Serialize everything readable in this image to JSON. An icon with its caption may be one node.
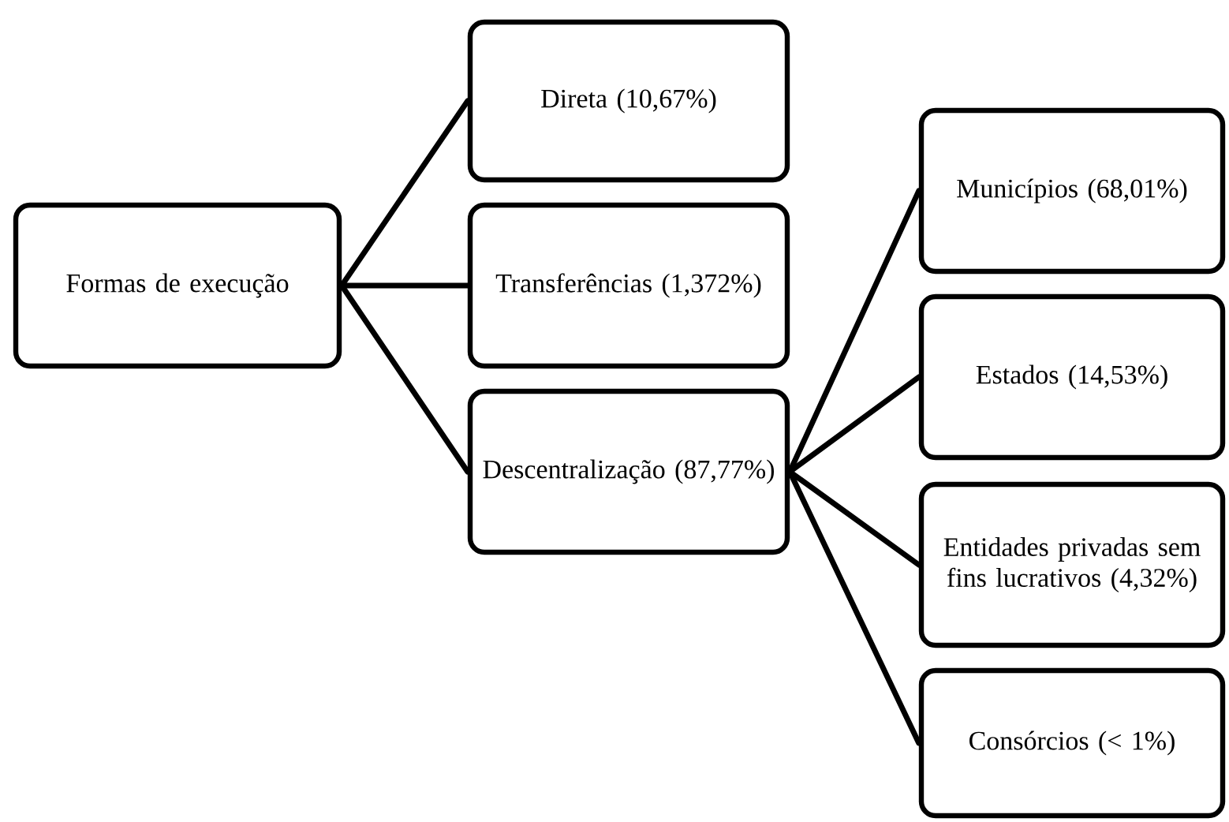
{
  "diagram": {
    "nodes": [
      {
        "text": [
          "Formas de execução"
        ]
      },
      {
        "text": [
          "Direta (10,67%)"
        ]
      },
      {
        "text": [
          "Transferências (1,372%)"
        ]
      },
      {
        "text": [
          "Descentralização (87,77%)"
        ]
      },
      {
        "text": [
          "Municípios (68,01%)"
        ]
      },
      {
        "text": [
          "Estados (14,53%)"
        ]
      },
      {
        "text": [
          "Entidades privadas sem fins lucrativos (4,32%)"
        ]
      },
      {
        "text": [
          "Consórcios (< 1%)"
        ]
      }
    ],
    "edges": [
      {
        "from": 0,
        "to": 1,
        "arrow": "none"
      },
      {
        "from": 0,
        "to": 2,
        "arrow": "none"
      },
      {
        "from": 0,
        "to": 3,
        "arrow": "none"
      },
      {
        "from": 3,
        "to": 4,
        "arrow": "none"
      },
      {
        "from": 3,
        "to": 5,
        "arrow": "none"
      },
      {
        "from": 3,
        "to": 6,
        "arrow": "none"
      },
      {
        "from": 3,
        "to": 7,
        "arrow": "none"
      }
    ]
  }
}
